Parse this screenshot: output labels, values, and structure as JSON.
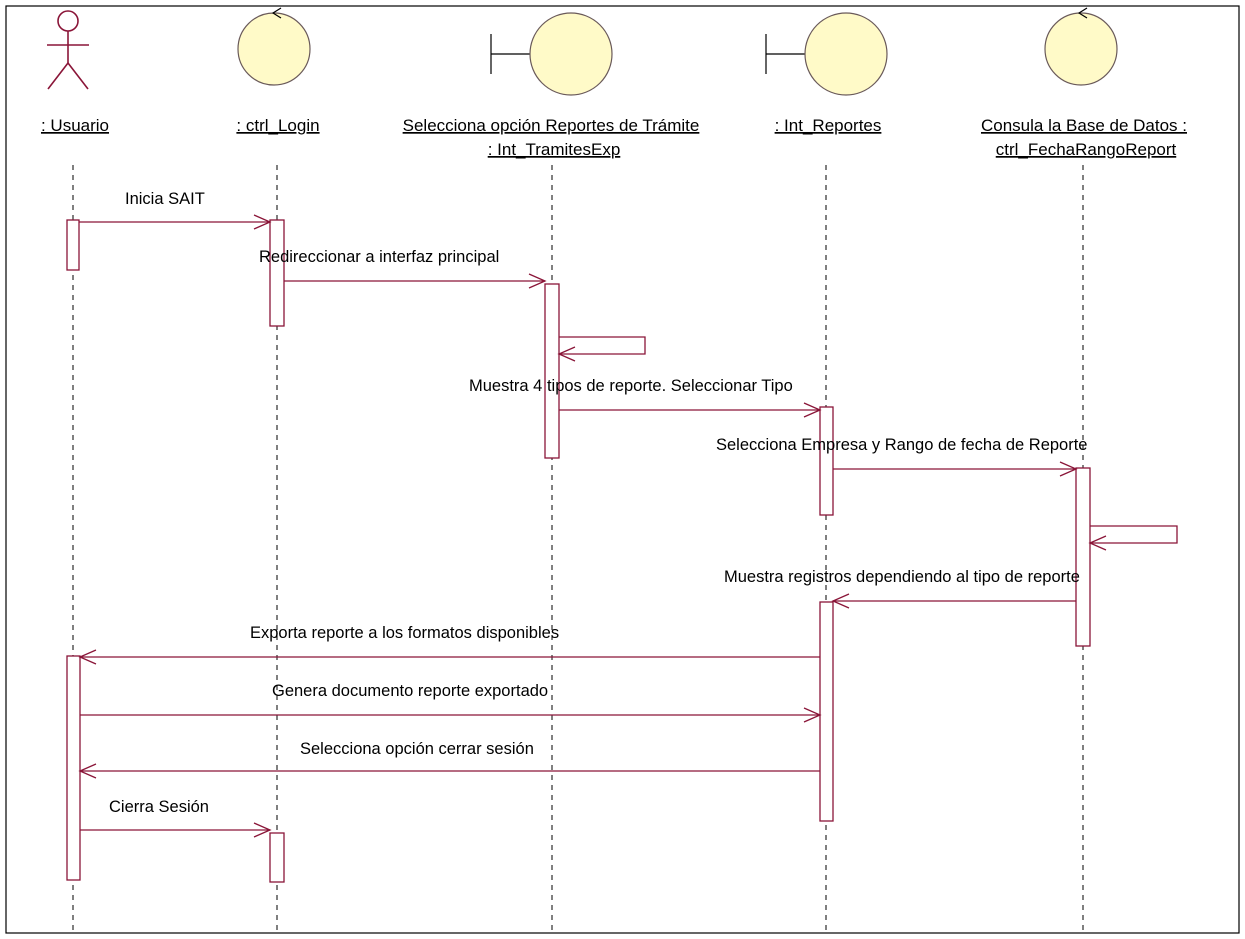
{
  "diagram": {
    "participants": [
      {
        "id": "usuario",
        "kind": "actor",
        "label_lines": [
          ": Usuario"
        ]
      },
      {
        "id": "ctrl_login",
        "kind": "control",
        "label_lines": [
          ": ctrl_Login"
        ]
      },
      {
        "id": "int_tramites",
        "kind": "boundary",
        "label_lines": [
          "Selecciona opción Reportes de Trámite",
          ": Int_TramitesExp"
        ]
      },
      {
        "id": "int_reportes",
        "kind": "boundary",
        "label_lines": [
          ": Int_Reportes"
        ]
      },
      {
        "id": "ctrl_fecha",
        "kind": "control",
        "label_lines": [
          "Consula la Base de Datos :",
          "ctrl_FechaRangoReport"
        ]
      }
    ],
    "messages": [
      {
        "from": "usuario",
        "to": "ctrl_login",
        "label": "Inicia SAIT"
      },
      {
        "from": "ctrl_login",
        "to": "int_tramites",
        "label": "Redireccionar a interfaz principal"
      },
      {
        "from": "int_tramites",
        "to": "int_tramites",
        "label": ""
      },
      {
        "from": "int_tramites",
        "to": "int_reportes",
        "label": "Muestra 4 tipos de reporte. Seleccionar Tipo"
      },
      {
        "from": "int_reportes",
        "to": "ctrl_fecha",
        "label": "Selecciona Empresa y Rango de fecha de Reporte"
      },
      {
        "from": "ctrl_fecha",
        "to": "ctrl_fecha",
        "label": ""
      },
      {
        "from": "ctrl_fecha",
        "to": "int_reportes",
        "label": "Muestra registros dependiendo al tipo de reporte"
      },
      {
        "from": "int_reportes",
        "to": "usuario",
        "label": "Exporta reporte a los formatos disponibles"
      },
      {
        "from": "usuario",
        "to": "int_reportes",
        "label": "Genera documento reporte exportado"
      },
      {
        "from": "int_reportes",
        "to": "usuario",
        "label": "Selecciona opción cerrar sesión"
      },
      {
        "from": "usuario",
        "to": "ctrl_login",
        "label": "Cierra Sesión"
      }
    ],
    "colors": {
      "message_line": "#8a1538",
      "object_fill": "#fffac8",
      "text": "#000000"
    }
  }
}
